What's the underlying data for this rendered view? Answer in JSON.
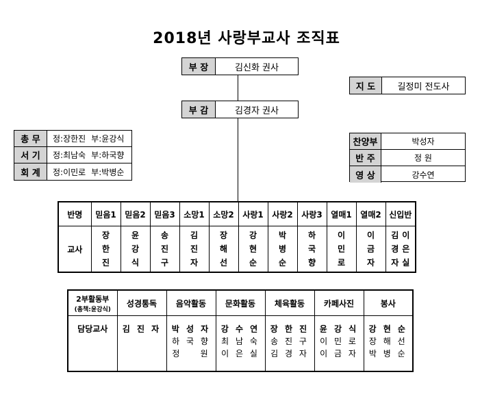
{
  "title": "2018년 사랑부교사 조직표",
  "head": {
    "label": "부 장",
    "name": "김신화 권사"
  },
  "vice": {
    "label": "부 감",
    "name": "김경자 권사"
  },
  "advisor": {
    "label": "지 도",
    "name": "길정미 전도사"
  },
  "left_roles": [
    {
      "label": "총 무",
      "main": "정:장한진",
      "sub": "부:윤강식"
    },
    {
      "label": "서 기",
      "main": "정:최남숙",
      "sub": "부:하국향"
    },
    {
      "label": "회 계",
      "main": "정:이민로",
      "sub": "부:박병순"
    }
  ],
  "right_roles": [
    {
      "label": "찬양부",
      "name": "박성자"
    },
    {
      "label": "반 주",
      "name": "정 원"
    },
    {
      "label": "영 상",
      "name": "강수연"
    }
  ],
  "class_table": {
    "header_label": "반명",
    "row_label": "교사",
    "classes": [
      "믿음1",
      "믿음2",
      "믿음3",
      "소망1",
      "소망2",
      "사랑1",
      "사랑2",
      "사랑3",
      "열매1",
      "열매2",
      "신입반"
    ],
    "teachers": [
      [
        "장한진"
      ],
      [
        "윤강식"
      ],
      [
        "송진구"
      ],
      [
        "김진자"
      ],
      [
        "장해선"
      ],
      [
        "강현순"
      ],
      [
        "박병순"
      ],
      [
        "하국향"
      ],
      [
        "이민로"
      ],
      [
        "이금자"
      ],
      [
        "김경자",
        "이은실"
      ]
    ]
  },
  "activity_table": {
    "dept_label": "2부활동부",
    "dept_sub": "(총책:윤강식)",
    "row_label": "담당교사",
    "activities": [
      "성경통독",
      "음악활동",
      "문화활동",
      "체육활동",
      "카페사진",
      "봉사"
    ],
    "teachers": [
      [
        "김 진 자"
      ],
      [
        "박 성 자",
        "하 국 향",
        "정    원"
      ],
      [
        "강 수 연",
        "최 남 숙",
        "이 은 실"
      ],
      [
        "장 한 진",
        "송 진 구",
        "김 경 자"
      ],
      [
        "윤 강 식",
        "이 민 로",
        "이 금 자"
      ],
      [
        "강 현 순",
        "장 해 선",
        "박 병 순"
      ]
    ]
  }
}
